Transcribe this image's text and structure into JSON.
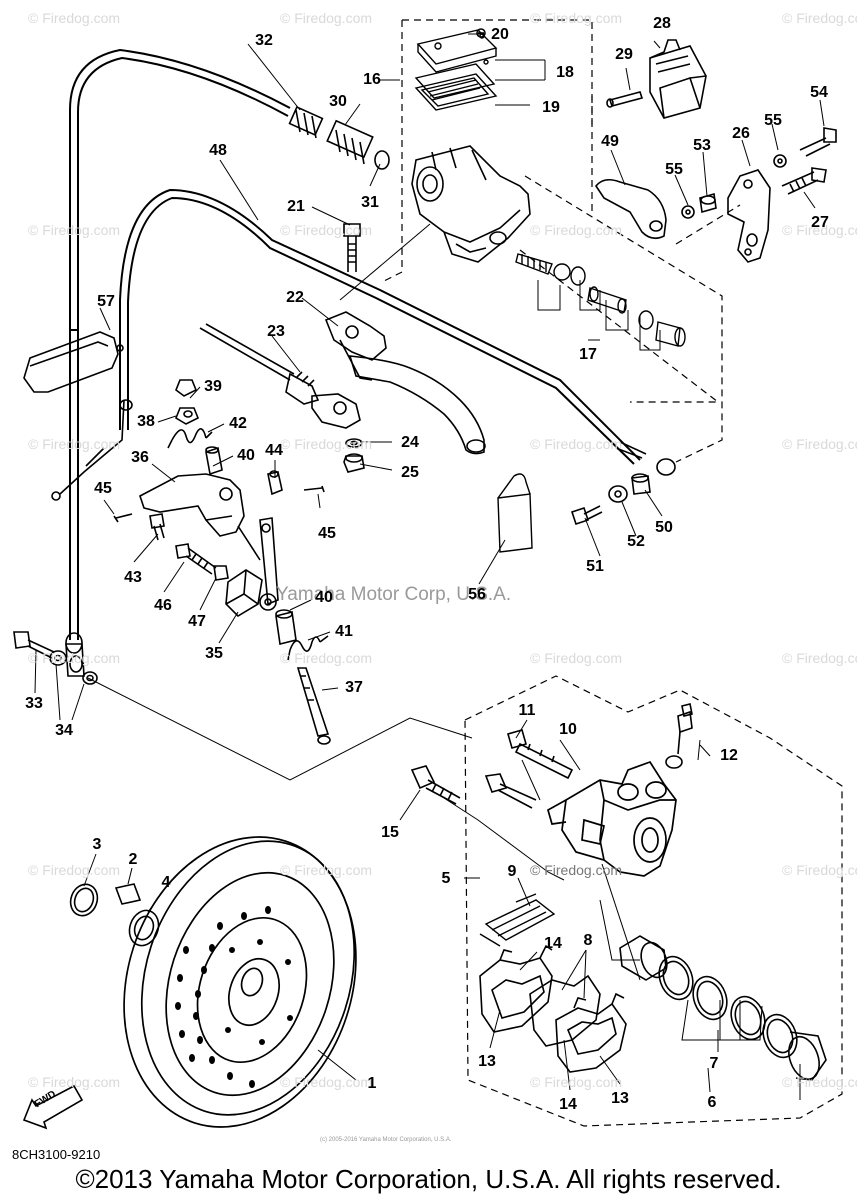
{
  "diagram": {
    "part_code": "8CH3100-9210",
    "fwd_label": "FWD",
    "center_watermark": "Yamaha Motor Corp, U.S.A.",
    "tiny_text": "(c) 2005-2016 Yamaha Motor Corporation, U.S.A.",
    "copyright": "©2013 Yamaha Motor Corporation, U.S.A. All rights reserved.",
    "watermark_text": "© Firedog.com",
    "callouts": [
      "1",
      "2",
      "3",
      "4",
      "5",
      "6",
      "7",
      "8",
      "9",
      "10",
      "11",
      "12",
      "13",
      "13",
      "14",
      "14",
      "15",
      "16",
      "17",
      "18",
      "19",
      "20",
      "21",
      "22",
      "23",
      "24",
      "25",
      "26",
      "27",
      "28",
      "29",
      "30",
      "31",
      "32",
      "33",
      "34",
      "35",
      "36",
      "37",
      "38",
      "39",
      "40",
      "40",
      "41",
      "42",
      "43",
      "44",
      "45",
      "45",
      "46",
      "47",
      "48",
      "49",
      "50",
      "51",
      "52",
      "53",
      "54",
      "55",
      "55",
      "56",
      "57"
    ]
  }
}
